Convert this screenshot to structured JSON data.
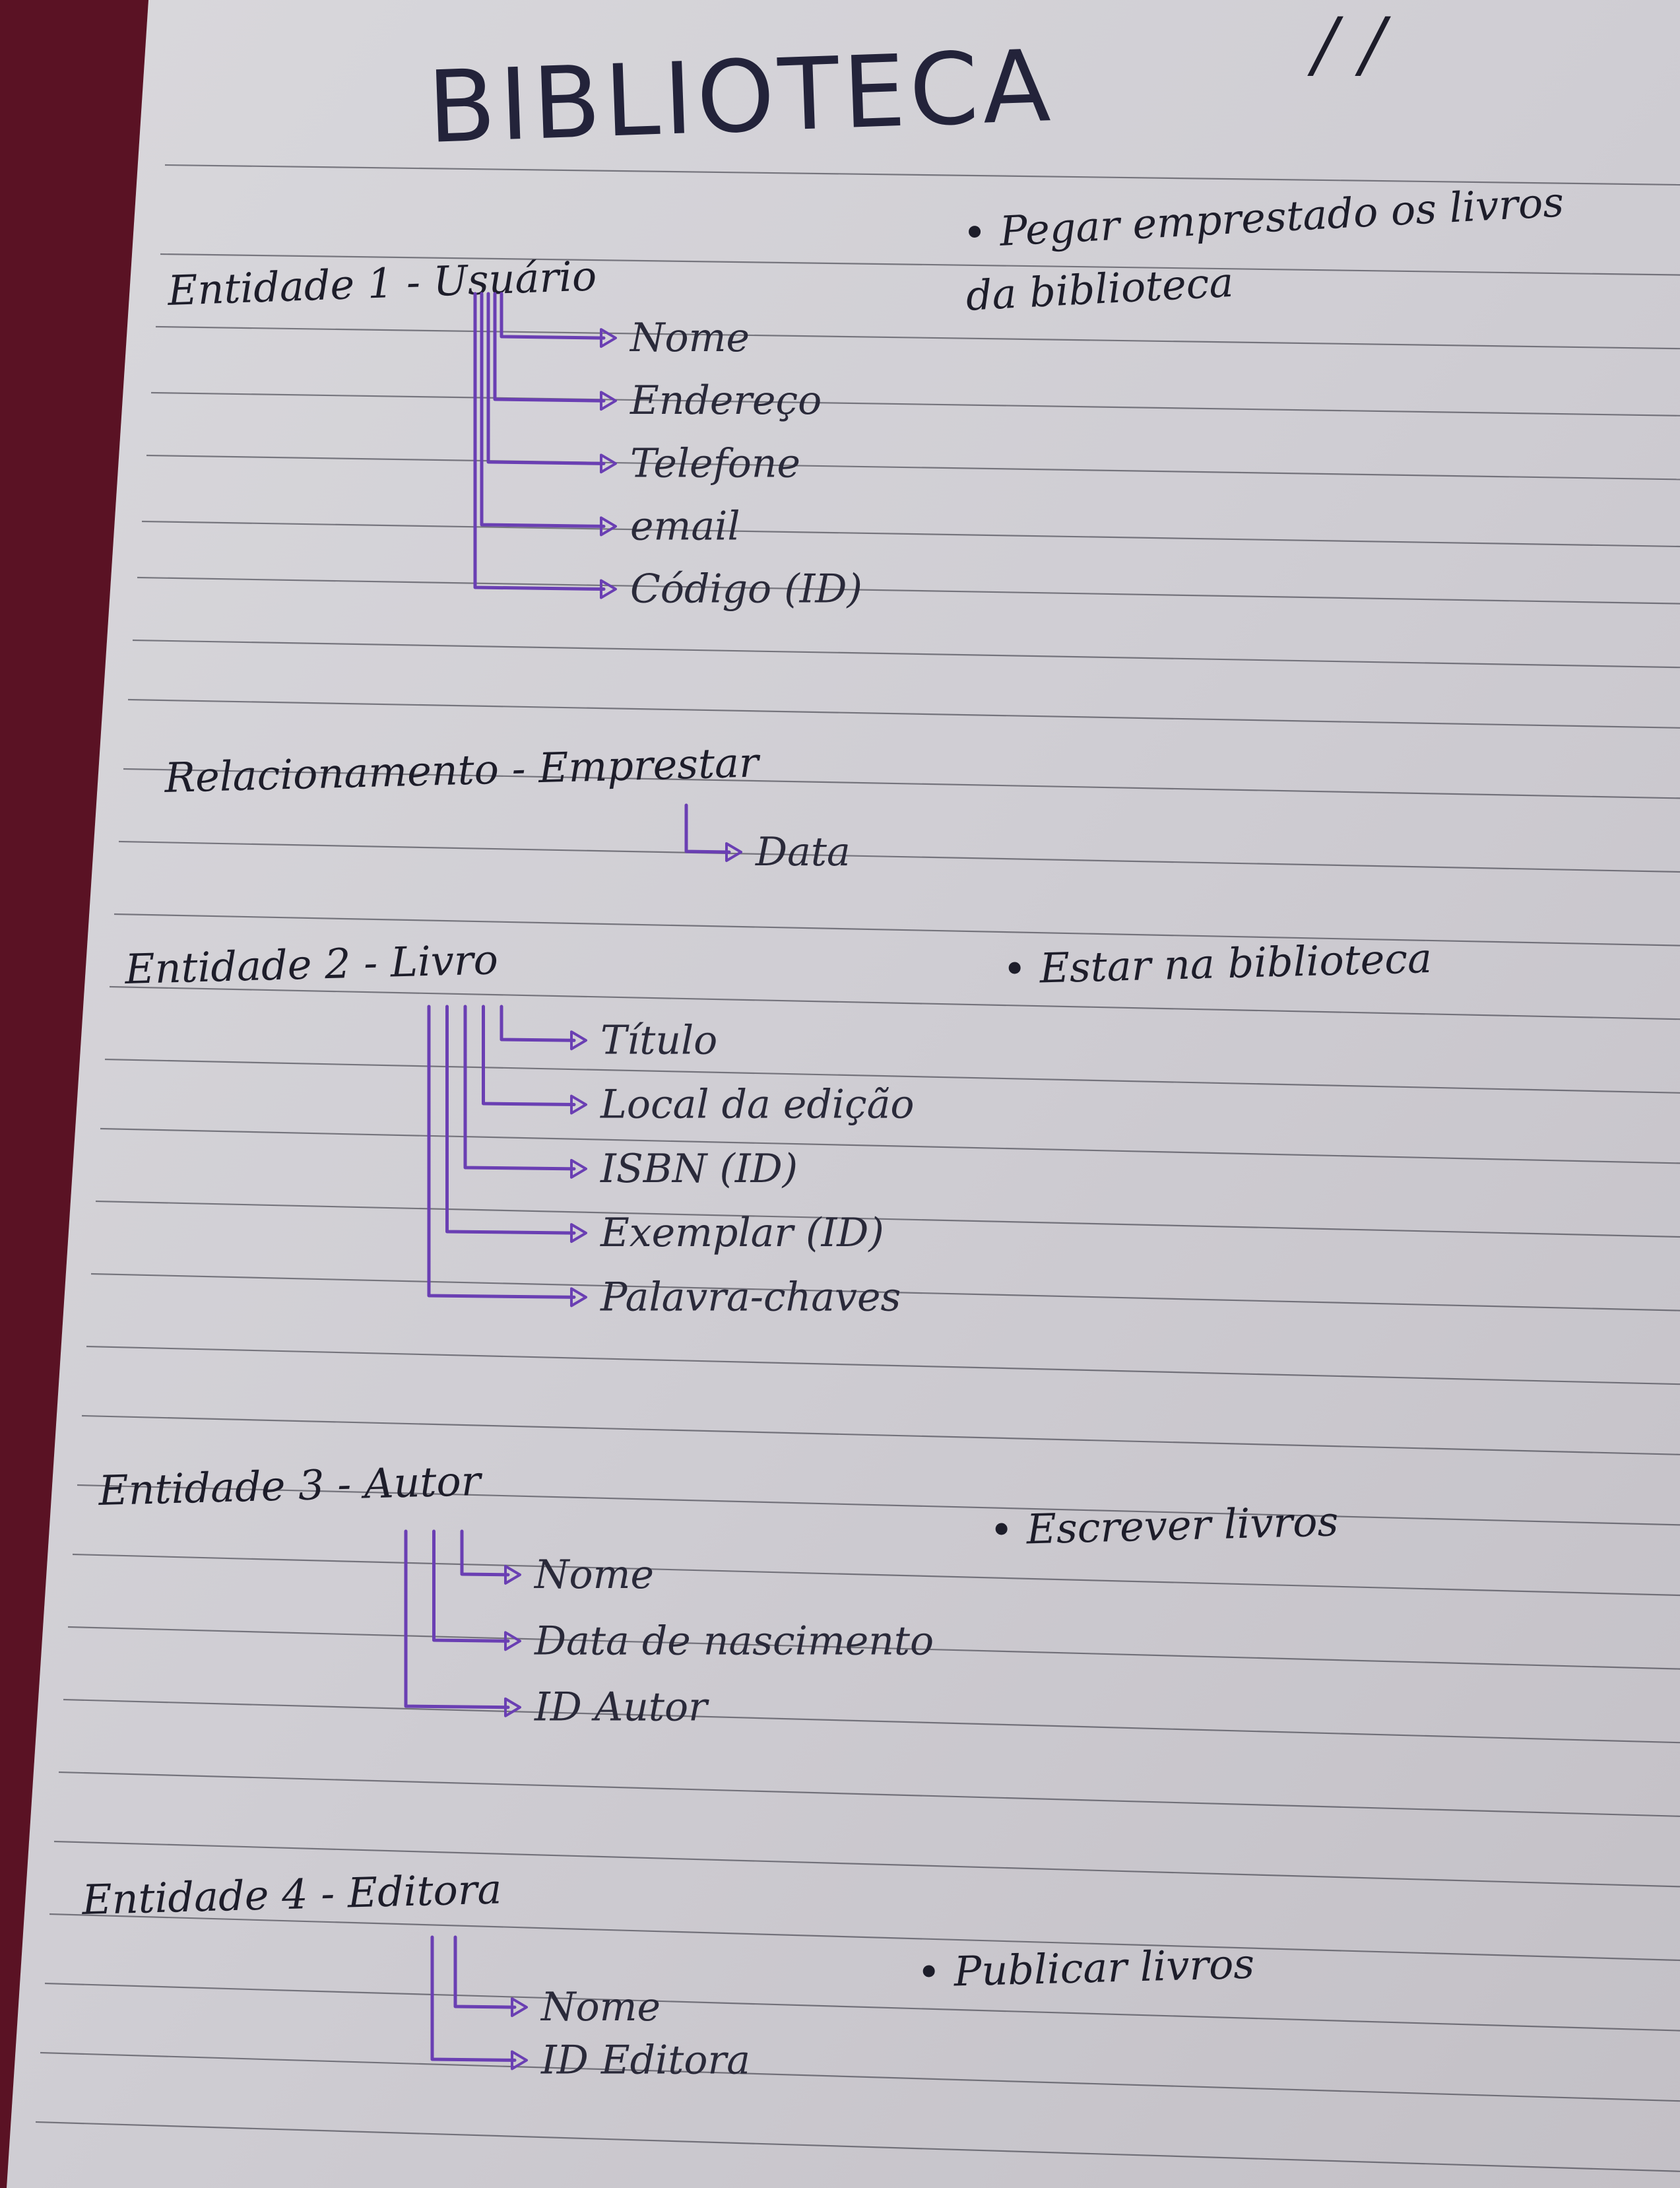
{
  "page": {
    "title": "BIBLIOTECA",
    "date_mark": "/ /"
  },
  "sections": [
    {
      "heading": "Entidade 1 - Usuário",
      "note": "• Pegar emprestado os livros da biblioteca",
      "attributes": [
        "Nome",
        "Endereço",
        "Telefone",
        "email",
        "Código (ID)"
      ]
    },
    {
      "heading": "Relacionamento - Emprestar",
      "note": "",
      "attributes": [
        "Data"
      ]
    },
    {
      "heading": "Entidade 2 - Livro",
      "note": "• Estar na biblioteca",
      "attributes": [
        "Título",
        "Local da edição",
        "ISBN (ID)",
        "Exemplar (ID)",
        "Palavra-chaves"
      ]
    },
    {
      "heading": "Entidade 3 - Autor",
      "note": "• Escrever livros",
      "attributes": [
        "Nome",
        "Data de nascimento",
        "ID Autor"
      ]
    },
    {
      "heading": "Entidade 4 - Editora",
      "note": "• Publicar livros",
      "attributes": [
        "Nome",
        "ID Editora"
      ]
    }
  ],
  "colors": {
    "background": "#5a1224",
    "paper": "#cfcdd3",
    "ink": "#1d1d2a",
    "connector": "#6a3fb3"
  }
}
